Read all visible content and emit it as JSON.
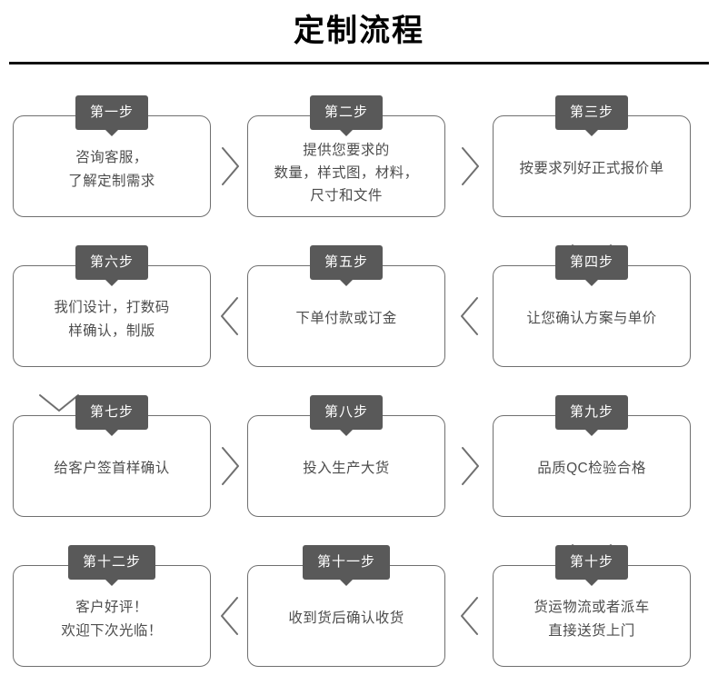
{
  "page": {
    "title": "定制流程",
    "accent_badge_color": "#595959",
    "box_border_color": "#6f6f6f",
    "text_color": "#4d4d4d",
    "title_color": "#000000",
    "background": "#ffffff"
  },
  "flow": {
    "rows": [
      {
        "direction": "left-to-right",
        "cells": [
          {
            "badge": "第一步",
            "text": "咨询客服，\n了解定制需求",
            "lines": 2
          },
          {
            "badge": "第二步",
            "text": "提供您要求的\n数量，样式图，材料，\n尺寸和文件",
            "lines": 3
          },
          {
            "badge": "第三步",
            "text": "按要求列好正式报价单",
            "lines": 1
          }
        ]
      },
      {
        "direction": "right-to-left",
        "cells": [
          {
            "badge": "第六步",
            "text": "我们设计，打数码\n样确认，制版",
            "lines": 2
          },
          {
            "badge": "第五步",
            "text": "下单付款或订金",
            "lines": 1
          },
          {
            "badge": "第四步",
            "text": "让您确认方案与单价",
            "lines": 1
          }
        ]
      },
      {
        "direction": "left-to-right",
        "cells": [
          {
            "badge": "第七步",
            "text": "给客户签首样确认",
            "lines": 1
          },
          {
            "badge": "第八步",
            "text": "投入生产大货",
            "lines": 1
          },
          {
            "badge": "第九步",
            "text": "品质QC检验合格",
            "lines": 1
          }
        ]
      },
      {
        "direction": "right-to-left",
        "cells": [
          {
            "badge": "第十二步",
            "text": "客户好评！\n欢迎下次光临！",
            "lines": 2
          },
          {
            "badge": "第十一步",
            "text": "收到货后确认收货",
            "lines": 1
          },
          {
            "badge": "第十步",
            "text": "货运物流或者派车\n直接送货上门",
            "lines": 2
          }
        ]
      }
    ],
    "connectors": {
      "horizontal_right_icon": "chevron-right-icon",
      "horizontal_left_icon": "chevron-left-icon",
      "vertical_down_icon": "chevron-down-icon"
    }
  }
}
